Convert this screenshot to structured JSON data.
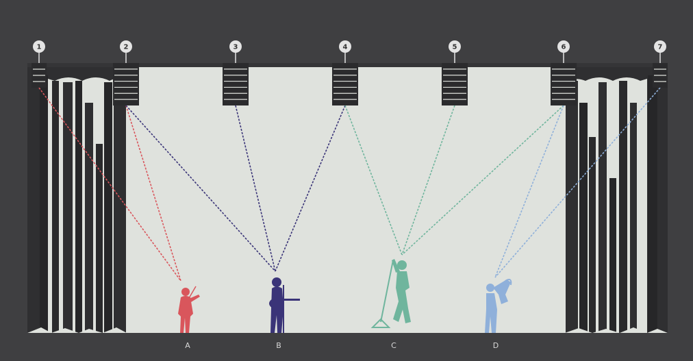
{
  "colors": {
    "background": "#3f3f41",
    "stage": "#dfe2dd",
    "curtain": "#2f2f31",
    "curtain_fold": "#262628",
    "fixture": "#2b2b2d",
    "fixture_line": "#dfe2dd",
    "badge": "#e4e4e4"
  },
  "lights": [
    {
      "number": "1"
    },
    {
      "number": "2"
    },
    {
      "number": "3"
    },
    {
      "number": "4"
    },
    {
      "number": "5"
    },
    {
      "number": "6"
    },
    {
      "number": "7"
    }
  ],
  "performers": [
    {
      "letter": "A",
      "instrument": "violin-player-icon",
      "color": "#d9565c",
      "lit_by": [
        "1",
        "2"
      ]
    },
    {
      "letter": "B",
      "instrument": "guitar-singer-icon",
      "color": "#3a3478",
      "lit_by": [
        "2",
        "3",
        "4"
      ]
    },
    {
      "letter": "C",
      "instrument": "microphone-singer-icon",
      "color": "#6fb59d",
      "lit_by": [
        "4",
        "5",
        "6"
      ]
    },
    {
      "letter": "D",
      "instrument": "saxophone-player-icon",
      "color": "#8fb0da",
      "lit_by": [
        "6",
        "7"
      ]
    }
  ]
}
